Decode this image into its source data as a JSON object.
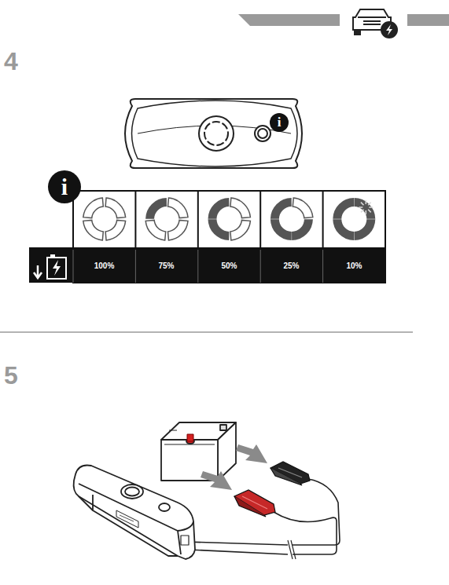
{
  "diagram": {
    "labels": [
      "4",
      "i",
      "i",
      "100%",
      "75%",
      "50%",
      "25%",
      "10%",
      "5"
    ]
  }
}
